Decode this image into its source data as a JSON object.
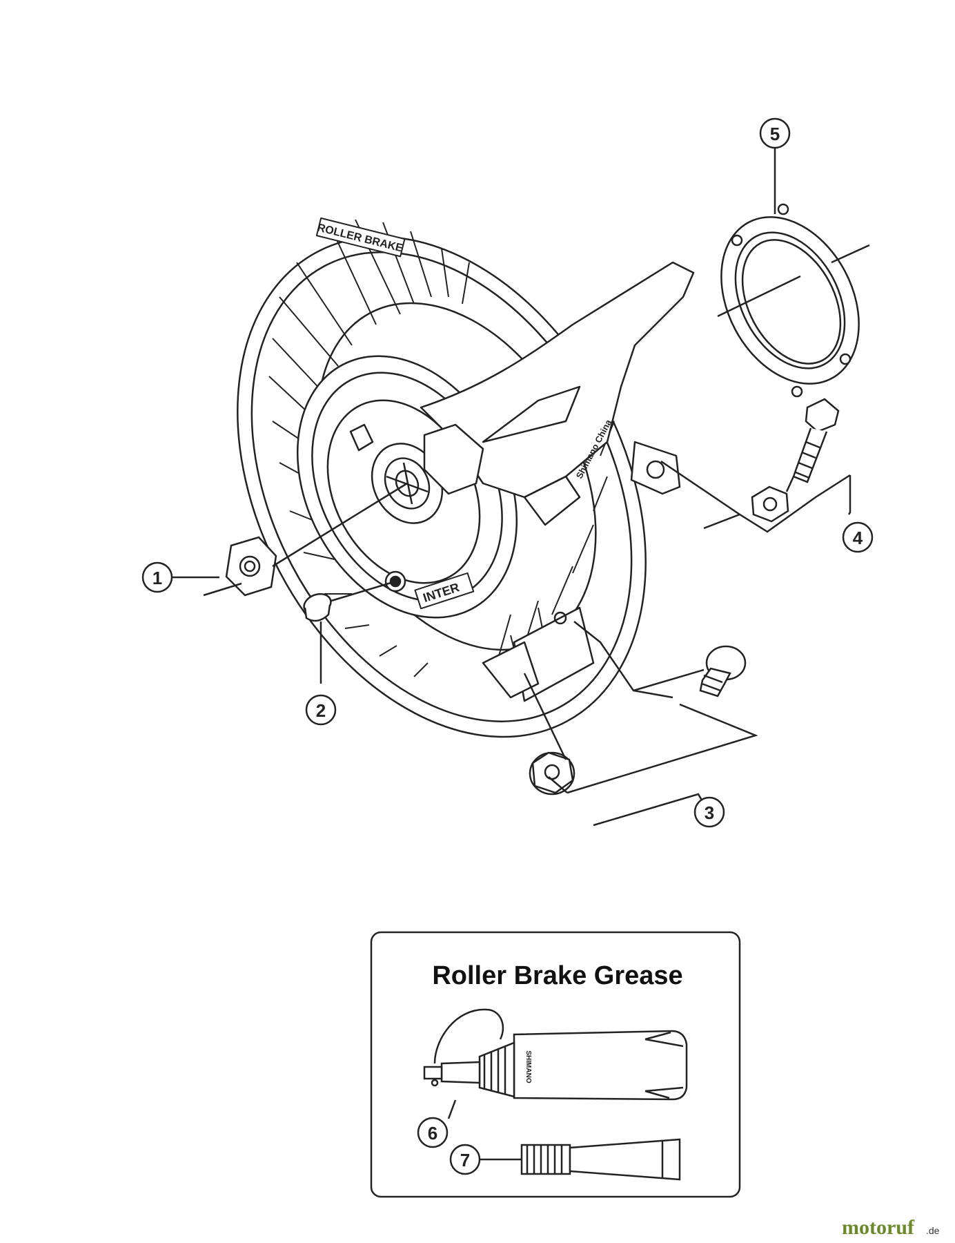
{
  "callouts": [
    "1",
    "2",
    "3",
    "4",
    "5",
    "6",
    "7"
  ],
  "part_labels": {
    "roller_brake": "ROLLER BRAKE",
    "inter": "INTER",
    "shimano_china": "Shimano China",
    "shimano": "SHIMANO"
  },
  "grease_box": {
    "title": "Roller Brake Grease"
  },
  "watermark": {
    "brand": "motoruf",
    "tld": ".de"
  },
  "colors": {
    "line": "#222222",
    "background": "#ffffff"
  }
}
